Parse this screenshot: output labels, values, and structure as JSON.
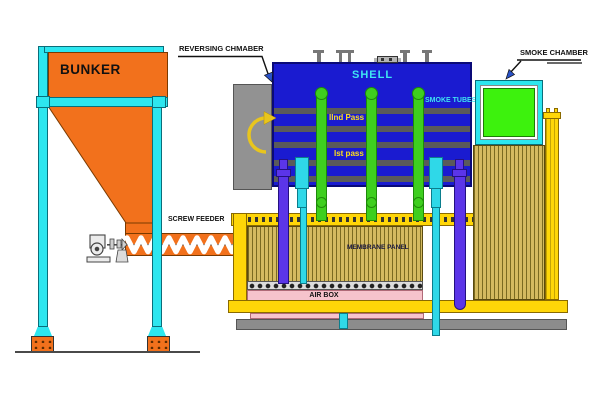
{
  "labels": {
    "bunker": "BUNKER",
    "reversing_chamber": "REVERSING CHMABER",
    "shell": "SHELL",
    "smoke_tubes": "SMOKE TUBES",
    "smoke_chamber": "SMOKE CHAMBER",
    "pass_2": "IInd Pass",
    "pass_1": "Ist pass",
    "screw_feeder": "SCREW FEEDER",
    "membrane_panel": "MEMBRANE PANEL",
    "air_box": "AIR BOX"
  },
  "colors": {
    "orange": "#F2711C",
    "structure_cyan": "#2DE6EF",
    "shell_blue": "#1A1BD0",
    "chamber_gray": "#929292",
    "tube_bank_gray": "#5A5A5A",
    "tube_green": "#3ECF1E",
    "smoke_chamber_green": "#3DF20D",
    "furnace_yellow": "#FFD608",
    "membrane_tan": "#D4BA60",
    "downcomer_purple": "#5B35E8",
    "downcomer_cyan": "#2FD8E8",
    "air_box_pink": "#F6C3CC",
    "base_gray": "#8C8C8C",
    "flow_arrow_yellow": "#E8C51D",
    "label_cyan": "#3FE5F2",
    "label_yellow": "#FFE01A"
  }
}
